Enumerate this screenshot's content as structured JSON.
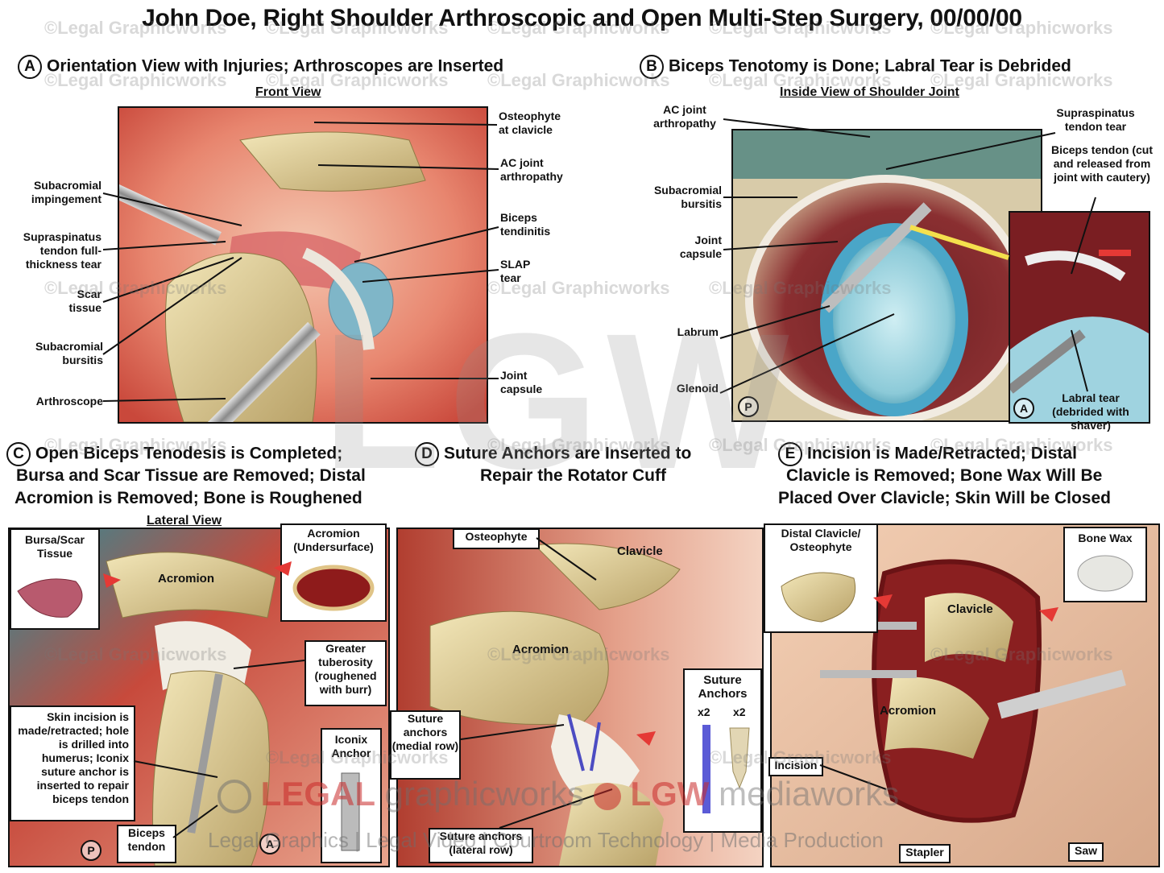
{
  "title": "John Doe, Right Shoulder Arthroscopic and Open Multi-Step Surgery, 00/00/00",
  "watermark": "©Legal Graphicworks",
  "center_mark": "LGW",
  "sections": {
    "a": {
      "letter": "A",
      "heading": "Orientation View with Injuries; Arthroscopes are Inserted",
      "subheading": "Front View",
      "labels": {
        "osteophyte": "Osteophyte at clavicle",
        "ac_joint": "AC joint arthropathy",
        "biceps_tendinitis": "Biceps tendinitis",
        "slap": "SLAP tear",
        "joint_capsule": "Joint capsule",
        "subacromial_impingement": "Subacromial impingement",
        "supraspinatus": "Supraspinatus tendon full-thickness tear",
        "scar": "Scar tissue",
        "bursitis": "Subacromial bursitis",
        "arthroscope": "Arthroscope"
      }
    },
    "b": {
      "letter": "B",
      "heading": "Biceps Tenotomy is Done; Labral Tear is Debrided",
      "subheading": "Inside View of Shoulder Joint",
      "labels": {
        "ac_joint": "AC joint arthropathy",
        "bursitis": "Subacromial bursitis",
        "joint_capsule": "Joint capsule",
        "labrum": "Labrum",
        "glenoid": "Glenoid",
        "supraspinatus": "Supraspinatus tendon tear",
        "biceps_tendon": "Biceps tendon (cut and released from joint with cautery)",
        "labral_tear": "Labral tear (debrided with shaver)",
        "p_mark": "P",
        "a_mark": "A"
      }
    },
    "c": {
      "letter": "C",
      "heading_line1": "Open Biceps Tenodesis is Completed;",
      "heading_line2": "Bursa and Scar Tissue are Removed; Distal",
      "heading_line3": "Acromion is Removed; Bone is Roughened",
      "subheading": "Lateral View",
      "labels": {
        "bursa": "Bursa/Scar Tissue",
        "acromion_under": "Acromion (Undersurface)",
        "acromion": "Acromion",
        "greater_tuberosity": "Greater tuberosity (roughened with burr)",
        "skin_incision": "Skin incision is made/retracted; hole is drilled into humerus; Iconix suture anchor is inserted to repair biceps tendon",
        "iconix": "Iconix Anchor",
        "biceps_tendon": "Biceps tendon",
        "p_mark": "P",
        "a_mark": "A"
      }
    },
    "d": {
      "letter": "D",
      "heading_line1": "Suture Anchors are Inserted to",
      "heading_line2": "Repair the Rotator Cuff",
      "labels": {
        "osteophyte": "Osteophyte",
        "clavicle": "Clavicle",
        "acromion": "Acromion",
        "medial": "Suture anchors (medial row)",
        "lateral": "Suture anchors (lateral row)",
        "suture_anchors": "Suture Anchors",
        "x2a": "x2",
        "x2b": "x2"
      }
    },
    "e": {
      "letter": "E",
      "heading_line1": "Incision is Made/Retracted; Distal",
      "heading_line2": "Clavicle is Removed; Bone Wax Will Be",
      "heading_line3": "Placed Over Clavicle; Skin Will be Closed",
      "labels": {
        "distal_clavicle": "Distal Clavicle/ Osteophyte",
        "bone_wax": "Bone Wax",
        "clavicle": "Clavicle",
        "acromion": "Acromion",
        "incision": "Incision",
        "stapler": "Stapler",
        "saw": "Saw"
      }
    }
  },
  "brand": {
    "legal": "LEGAL",
    "graphicworks": "graphicworks",
    "lgw": "LGW",
    "mediaworks": "mediaworks",
    "tagline": "Legal Graphics | Legal Video | Courtroom Technology | Media Production"
  }
}
